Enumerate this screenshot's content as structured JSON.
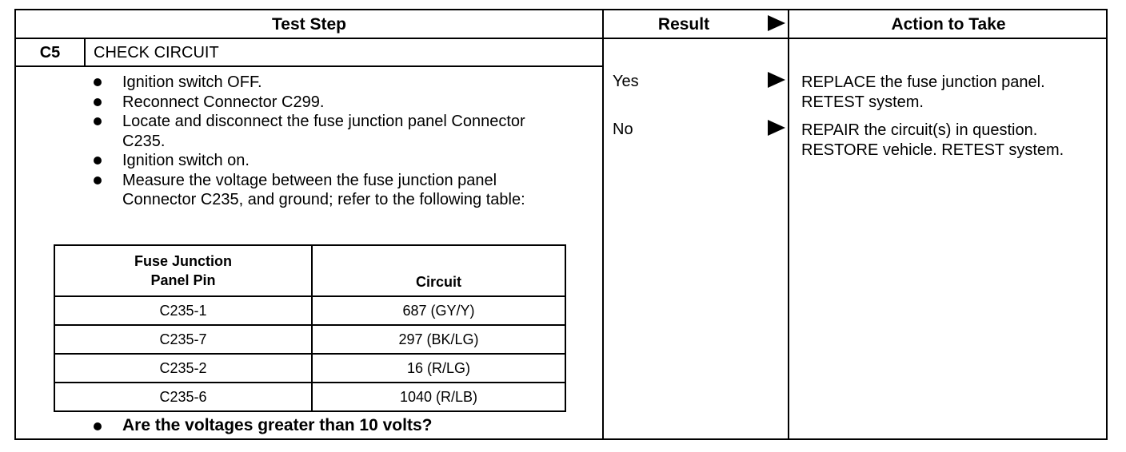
{
  "header": {
    "test_step": "Test Step",
    "result": "Result",
    "action": "Action to Take"
  },
  "step": {
    "id": "C5",
    "title": "CHECK CIRCUIT",
    "instructions": [
      "Ignition switch OFF.",
      "Reconnect Connector C299.",
      "Locate and disconnect the fuse junction panel Connector C235.",
      "Ignition switch on.",
      "Measure the voltage between the fuse junction panel Connector C235, and ground; refer to the following table:"
    ],
    "question": "Are the voltages greater than 10 volts?"
  },
  "pin_table": {
    "headers": [
      "Fuse Junction Panel Pin",
      "Circuit"
    ],
    "rows": [
      [
        "C235-1",
        "687 (GY/Y)"
      ],
      [
        "C235-7",
        "297 (BK/LG)"
      ],
      [
        "C235-2",
        "16 (R/LG)"
      ],
      [
        "C235-6",
        "1040 (R/LB)"
      ]
    ]
  },
  "results": [
    {
      "result": "Yes",
      "action": "REPLACE the fuse junction panel. RETEST system."
    },
    {
      "result": "No",
      "action": "REPAIR the circuit(s) in question. RESTORE vehicle. RETEST system."
    }
  ]
}
